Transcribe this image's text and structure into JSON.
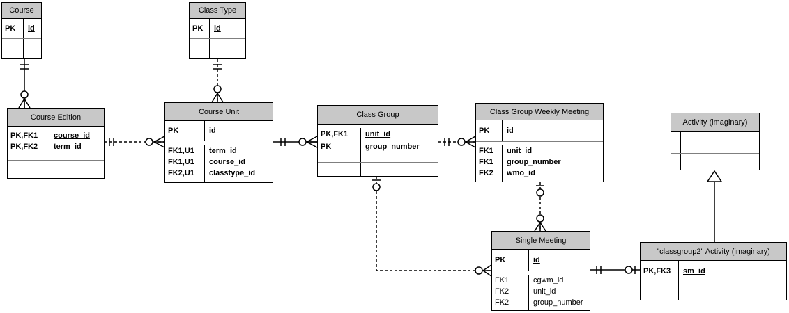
{
  "tables": {
    "course": {
      "title": "Course",
      "pk": [
        {
          "key": "PK",
          "name": "id"
        }
      ]
    },
    "class_type": {
      "title": "Class Type",
      "pk": [
        {
          "key": "PK",
          "name": "id"
        }
      ]
    },
    "course_edition": {
      "title": "Course Edition",
      "pk": [
        {
          "key": "PK,FK1",
          "name": "course_id"
        },
        {
          "key": "PK,FK2",
          "name": "term_id"
        }
      ]
    },
    "course_unit": {
      "title": "Course Unit",
      "pk": [
        {
          "key": "PK",
          "name": "id"
        }
      ],
      "attrs": [
        {
          "key": "FK1,U1",
          "name": "term_id"
        },
        {
          "key": "FK1,U1",
          "name": "course_id"
        },
        {
          "key": "FK2,U1",
          "name": "classtype_id"
        }
      ]
    },
    "class_group": {
      "title": "Class Group",
      "pk": [
        {
          "key": "PK,FK1",
          "name": "unit_id"
        },
        {
          "key": "PK",
          "name": "group_number"
        }
      ]
    },
    "class_group_weekly_meeting": {
      "title": "Class Group Weekly Meeting",
      "pk": [
        {
          "key": "PK",
          "name": "id"
        }
      ],
      "attrs": [
        {
          "key": "FK1",
          "name": "unit_id"
        },
        {
          "key": "FK1",
          "name": "group_number"
        },
        {
          "key": "FK2",
          "name": "wmo_id"
        }
      ]
    },
    "activity": {
      "title": "Activity (imaginary)"
    },
    "single_meeting": {
      "title": "Single Meeting",
      "pk": [
        {
          "key": "PK",
          "name": "id"
        }
      ],
      "attrs": [
        {
          "key": "FK1",
          "name": "cgwm_id"
        },
        {
          "key": "FK2",
          "name": "unit_id"
        },
        {
          "key": "FK2",
          "name": "group_number"
        }
      ]
    },
    "classgroup2_activity": {
      "title": "\"classgroup2\" Activity (imaginary)",
      "pk": [
        {
          "key": "PK,FK3",
          "name": "sm_id"
        }
      ]
    }
  },
  "relationships": [
    {
      "from": "Course",
      "to": "Course Edition",
      "line": "solid",
      "from_end": "exactly-one",
      "to_end": "zero-or-many"
    },
    {
      "from": "Class Type",
      "to": "Course Unit",
      "line": "dashed",
      "from_end": "exactly-one",
      "to_end": "zero-or-many"
    },
    {
      "from": "Course Edition",
      "to": "Course Unit",
      "line": "dashed",
      "from_end": "exactly-one",
      "to_end": "zero-or-many"
    },
    {
      "from": "Course Unit",
      "to": "Class Group",
      "line": "solid",
      "from_end": "exactly-one",
      "to_end": "zero-or-many"
    },
    {
      "from": "Class Group",
      "to": "Class Group Weekly Meeting",
      "line": "dashed",
      "from_end": "exactly-one",
      "to_end": "zero-or-many"
    },
    {
      "from": "Class Group",
      "to": "Single Meeting",
      "line": "dashed",
      "from_end": "zero-or-one",
      "to_end": "zero-or-many"
    },
    {
      "from": "Class Group Weekly Meeting",
      "to": "Single Meeting",
      "line": "dashed",
      "from_end": "zero-or-one",
      "to_end": "zero-or-many"
    },
    {
      "from": "Single Meeting",
      "to": "\"classgroup2\" Activity (imaginary)",
      "line": "solid",
      "from_end": "exactly-one",
      "to_end": "zero-or-one"
    },
    {
      "from": "Activity (imaginary)",
      "to": "\"classgroup2\" Activity (imaginary)",
      "line": "solid",
      "type": "inheritance"
    }
  ],
  "colors": {
    "header_fill": "#c8c8c8",
    "line": "#000000",
    "row_separator": "#7f7f7f"
  }
}
